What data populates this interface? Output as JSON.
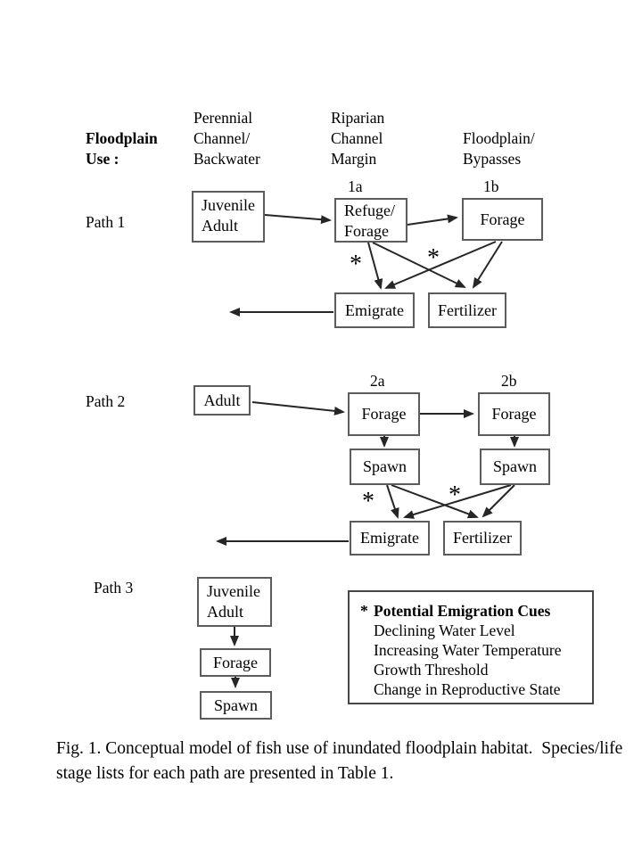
{
  "diagram": {
    "corner_label": {
      "line1": "Floodplain",
      "line2": "Use :"
    },
    "columns": [
      {
        "line1": "Perennial",
        "line2": "Channel/",
        "line3": "Backwater"
      },
      {
        "line1": "Riparian",
        "line2": "Channel",
        "line3": "Margin"
      },
      {
        "line1": "Floodplain/",
        "line2": "Bypasses"
      }
    ],
    "asterisk": "*",
    "path1": {
      "label": "Path 1",
      "tag_a": "1a",
      "tag_b": "1b",
      "source": {
        "line1": "Juvenile",
        "line2": "Adult"
      },
      "refuge": {
        "line1": "Refuge/",
        "line2": "Forage"
      },
      "forage": "Forage",
      "emigrate": "Emigrate",
      "fertilizer": "Fertilizer"
    },
    "path2": {
      "label": "Path 2",
      "tag_a": "2a",
      "tag_b": "2b",
      "source": "Adult",
      "forage_a": "Forage",
      "forage_b": "Forage",
      "spawn_a": "Spawn",
      "spawn_b": "Spawn",
      "emigrate": "Emigrate",
      "fertilizer": "Fertilizer"
    },
    "path3": {
      "label": "Path 3",
      "source": {
        "line1": "Juvenile",
        "line2": "Adult"
      },
      "forage": "Forage",
      "spawn": "Spawn"
    },
    "legend": {
      "marker": "*",
      "title": "Potential Emigration Cues",
      "items": [
        "Declining Water Level",
        "Increasing Water Temperature",
        "Growth Threshold",
        "Change in Reproductive State"
      ]
    },
    "caption": {
      "line1": "Fig. 1. Conceptual model of fish use of inundated floodplain habitat.  Species/life",
      "line2": "stage lists for each path are presented in Table 1."
    }
  },
  "colors": {
    "background": "#ffffff",
    "box_border": "#5c5c5c",
    "legend_border": "#464646",
    "text": "#000000",
    "arrow": "#262626"
  }
}
